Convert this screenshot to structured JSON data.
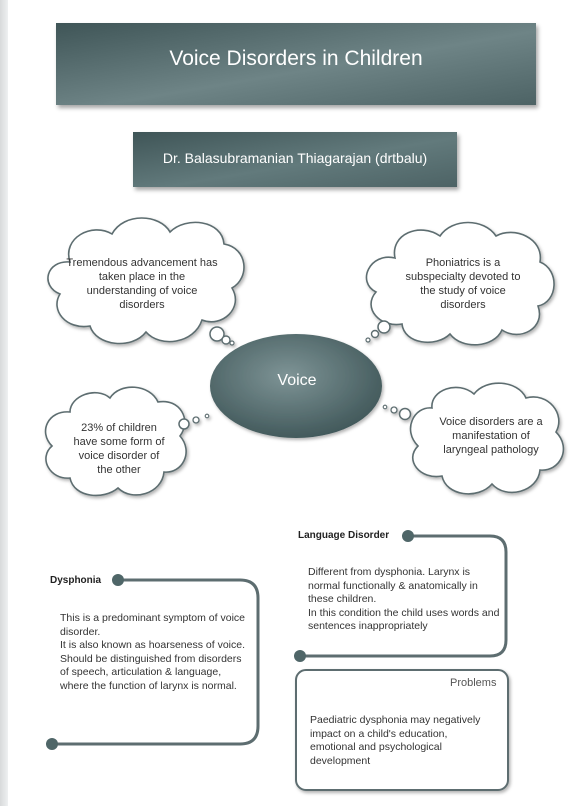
{
  "title": "Voice Disorders in Children",
  "author": "Dr. Balasubramanian Thiagarajan (drtbalu)",
  "center": {
    "label": "Voice"
  },
  "thoughts": [
    "Tremendous advancement has taken place in the understanding of voice disorders",
    "Phoniatrics is a subspecialty devoted to the study of voice disorders",
    "23% of children have some form of voice disorder of the other",
    "Voice disorders are a manifestation of laryngeal pathology"
  ],
  "dysphonia": {
    "heading": "Dysphonia",
    "lines": [
      "This is a predominant symptom of voice disorder.",
      "It is also known as hoarseness of voice.",
      "Should be distinguished from disorders of speech, articulation & language, where the function of larynx is normal."
    ]
  },
  "language_disorder": {
    "heading": "Language Disorder",
    "lines": [
      "Different from dysphonia.  Larynx is normal functionally & anatomically in these children.",
      "In this condition the child uses words and sentences inappropriately"
    ]
  },
  "problems": {
    "label": "Problems",
    "text": "Paediatric dysphonia may negatively impact on a child's education, emotional and psychological development"
  },
  "colors": {
    "header_dark": "#3f5557",
    "header_light": "#6e8486",
    "ellipse": "#4f6668",
    "outline": "#5d6d70",
    "text": "#333333"
  }
}
